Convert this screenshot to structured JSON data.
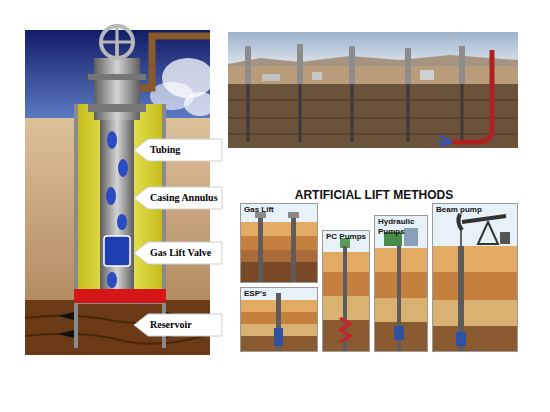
{
  "diagram": {
    "nodes": [
      {
        "text": [
          "ARTIFICIAL LIFT METHODS"
        ]
      },
      {
        "text": [
          "Gas Lift"
        ],
        "in": 0
      },
      {
        "text": [
          "PC Pumps"
        ],
        "in": 0
      },
      {
        "text": [
          "Hydraulic Pumps"
        ],
        "in": 0
      },
      {
        "text": [
          "Beam pump"
        ],
        "in": 0
      },
      {
        "text": [
          "ESP's"
        ],
        "in": 0
      }
    ],
    "labels": [
      "Tubing",
      "Casing Annulus",
      "Gas Lift Valve",
      "Reservoir"
    ]
  }
}
